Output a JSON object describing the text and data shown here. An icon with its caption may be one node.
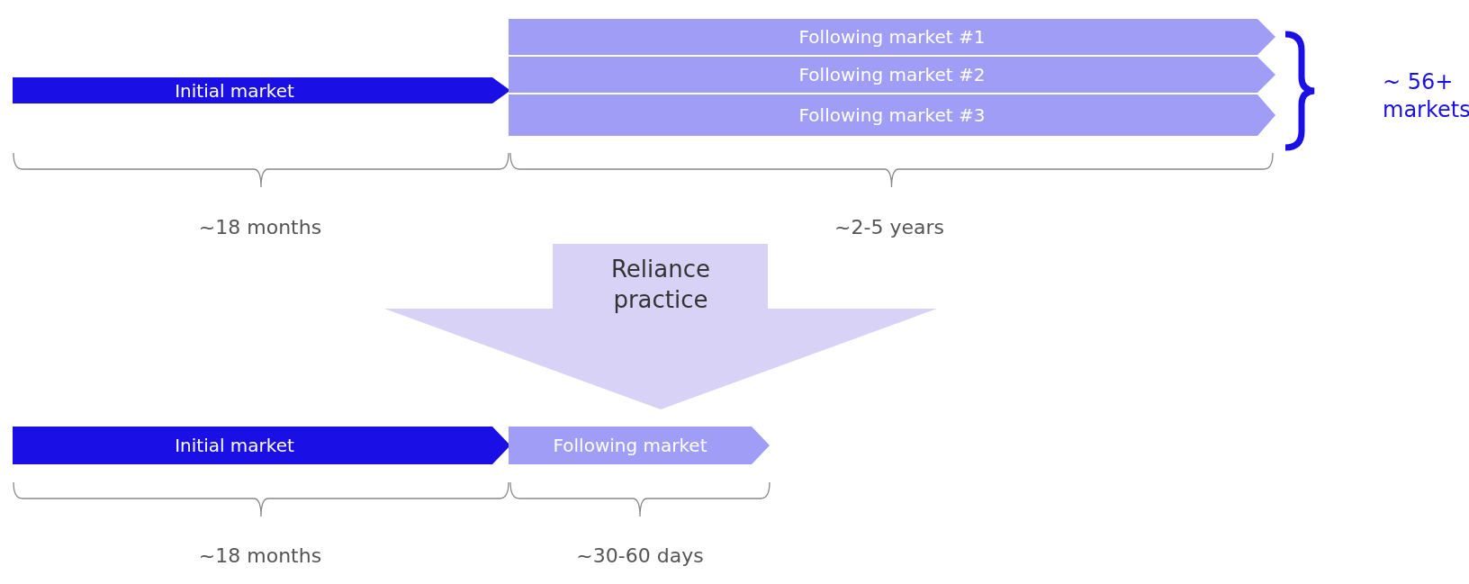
{
  "diagram": {
    "nodes": [
      {
        "text": [
          "Initial market"
        ]
      },
      {
        "text": [
          "Following market #1"
        ]
      },
      {
        "text": [
          "Following market #2"
        ]
      },
      {
        "text": [
          "Following market #3"
        ]
      },
      {
        "text": [
          "Reliance practice"
        ]
      },
      {
        "text": [
          "Initial market"
        ]
      },
      {
        "text": [
          "Following market"
        ]
      }
    ],
    "labels": [
      "~ 56+ markets",
      "~18 months",
      "~2-5 years",
      "~18 months",
      "~30-60 days"
    ]
  }
}
